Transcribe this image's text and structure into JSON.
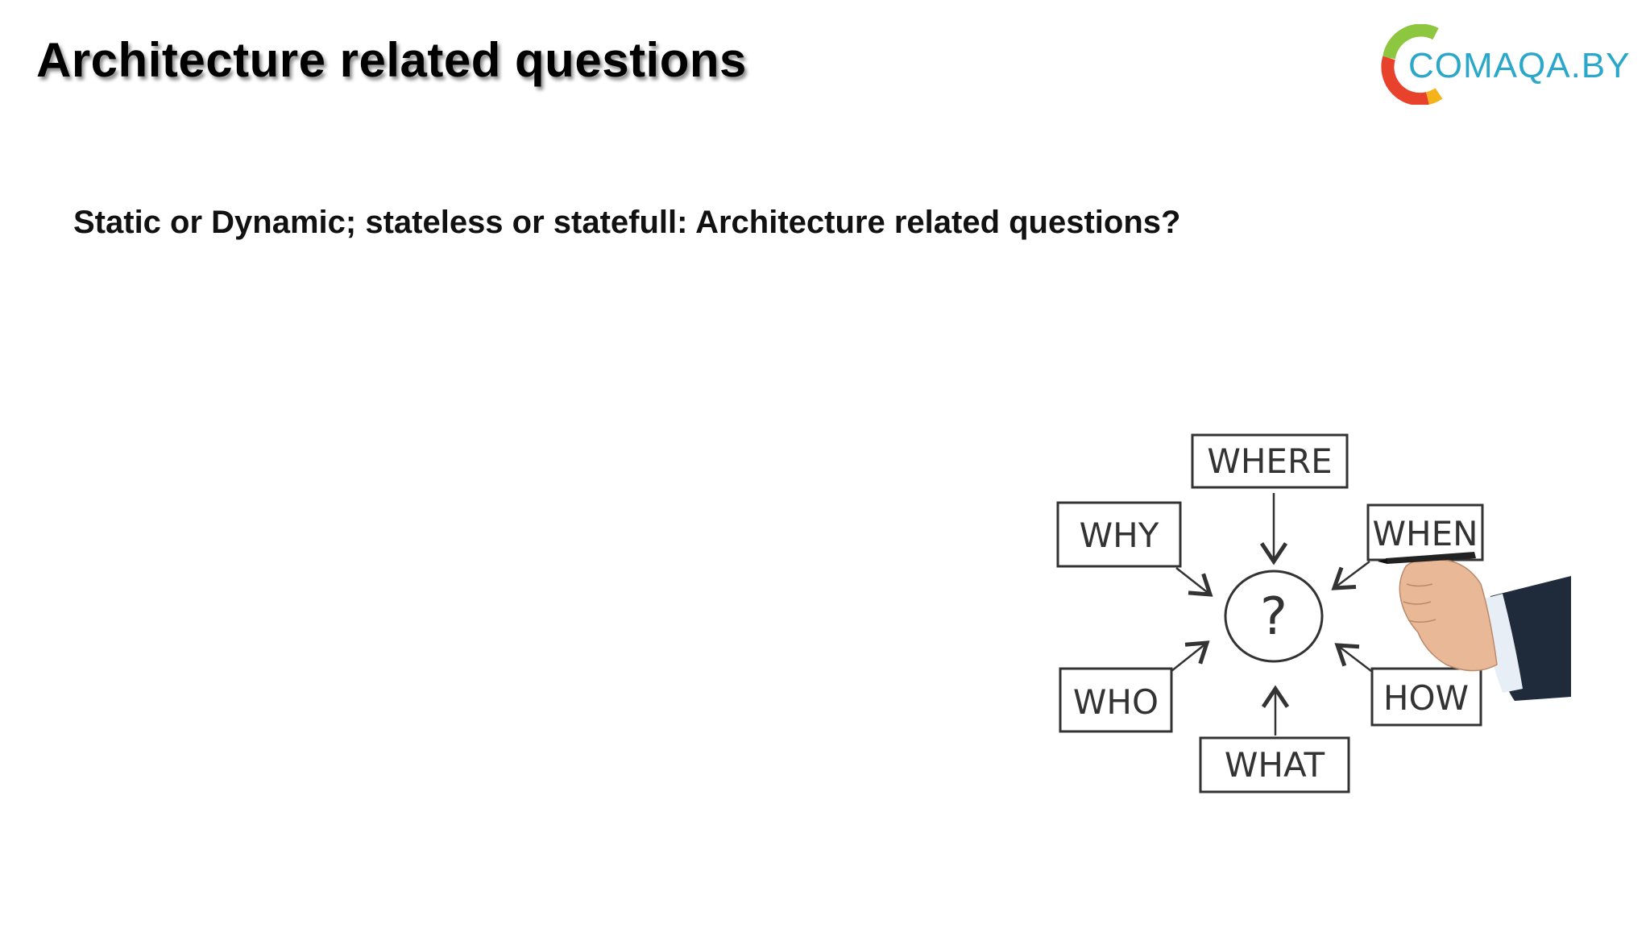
{
  "slide": {
    "title": "Architecture related questions",
    "subtitle": "Static or Dynamic; stateless or statefull: Architecture related questions?"
  },
  "logo": {
    "text_main": "COMAQA",
    "text_suffix": ".BY",
    "colors": {
      "ring_green": "#8dc63f",
      "ring_red": "#e8412c",
      "ring_yellow": "#f5b21b",
      "text": "#2aa7c9"
    }
  },
  "illustration": {
    "center_symbol": "?",
    "boxes": {
      "where": "WHERE",
      "why": "WHY",
      "when": "WHEN",
      "who": "WHO",
      "how": "HOW",
      "what": "WHAT"
    }
  }
}
